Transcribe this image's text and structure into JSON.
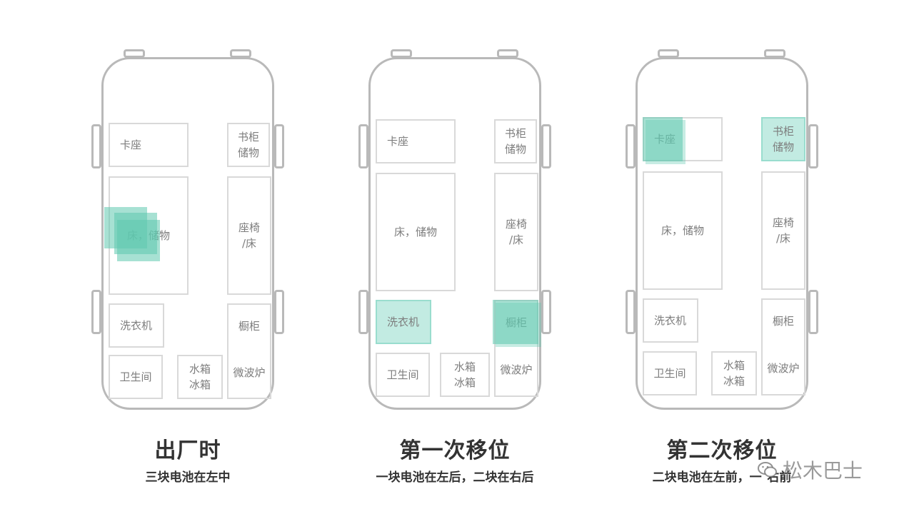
{
  "panels": [
    {
      "title": "出厂时",
      "subtitle": "三块电池在左中",
      "rooms": {
        "kazuo": "卡座",
        "shugui": "书柜\n储物",
        "bed": "床，储物",
        "seat": "座椅\n/床",
        "washer": "洗衣机",
        "cabinet": "橱柜",
        "toilet": "卫生间",
        "tank": "水箱\n冰箱",
        "microwave": "微波炉"
      }
    },
    {
      "title": "第一次移位",
      "subtitle": "一块电池在左后，二块在右后",
      "rooms": {
        "kazuo": "卡座",
        "shugui": "书柜\n储物",
        "bed": "床，储物",
        "seat": "座椅\n/床",
        "washer": "洗衣机",
        "cabinet": "橱柜",
        "toilet": "卫生间",
        "tank": "水箱\n冰箱",
        "microwave": "微波炉"
      }
    },
    {
      "title": "第二次移位",
      "subtitle": "二块电池在左前，一",
      "subtitle_tail": "右前",
      "rooms": {
        "kazuo": "卡座",
        "shugui": "书柜\n储物",
        "bed": "床，储物",
        "seat": "座椅\n/床",
        "washer": "洗衣机",
        "cabinet": "橱柜",
        "toilet": "卫生间",
        "tank": "水箱\n冰箱",
        "microwave": "微波炉"
      }
    }
  ],
  "watermark": "松木巴士",
  "colors": {
    "outline": "#b9b9b9",
    "room_border": "#d9d9d9",
    "battery": "#5fc8af",
    "text": "#333333"
  }
}
